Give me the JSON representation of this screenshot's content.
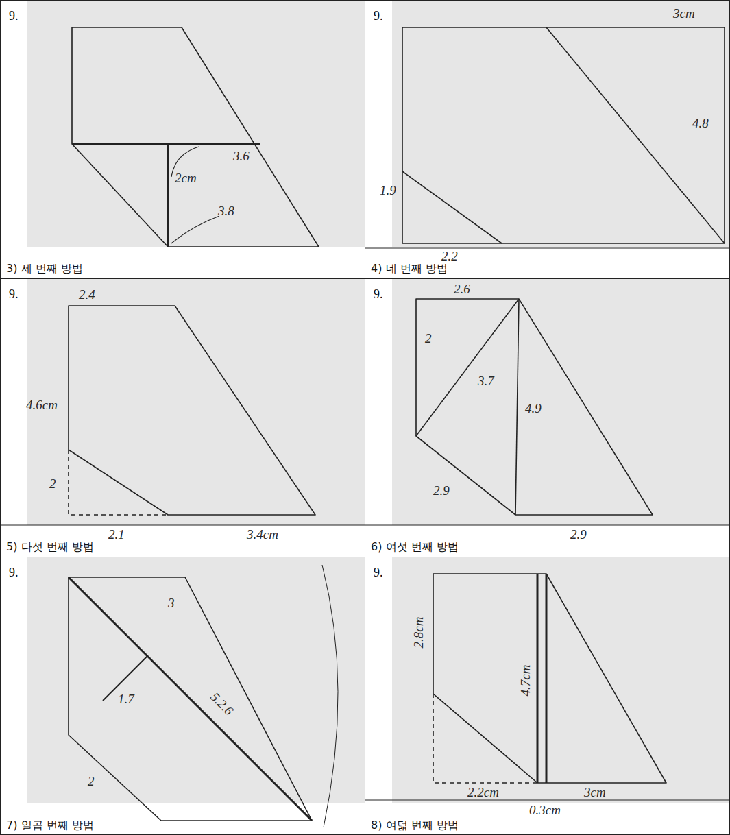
{
  "diagram": {
    "nodes": [
      {
        "text": [
          "9.",
          "3) 세 번째 방법"
        ]
      },
      {
        "text": [
          "9.",
          "4) 네 번째 방법"
        ]
      },
      {
        "text": [
          "9.",
          "5) 다섯 번째 방법"
        ]
      },
      {
        "text": [
          "9.",
          "6) 여섯 번째 방법"
        ]
      },
      {
        "text": [
          "9.",
          "7) 일곱 번째 방법"
        ]
      },
      {
        "text": [
          "9.",
          "8) 여덟 번째 방법"
        ]
      }
    ],
    "labels": [
      "3.6",
      "2cm",
      "3.8",
      "3cm",
      "4.8",
      "1.9",
      "2.2",
      "2.4",
      "4.6cm",
      "2",
      "2.1",
      "3.4cm",
      "2.6",
      "2",
      "3.7",
      "4.9",
      "2.9",
      "2.9",
      "3",
      "1.7",
      "5.2.6",
      "2",
      "2.8cm",
      "4.7cm",
      "2.2cm",
      "0.3cm",
      "3cm"
    ]
  }
}
